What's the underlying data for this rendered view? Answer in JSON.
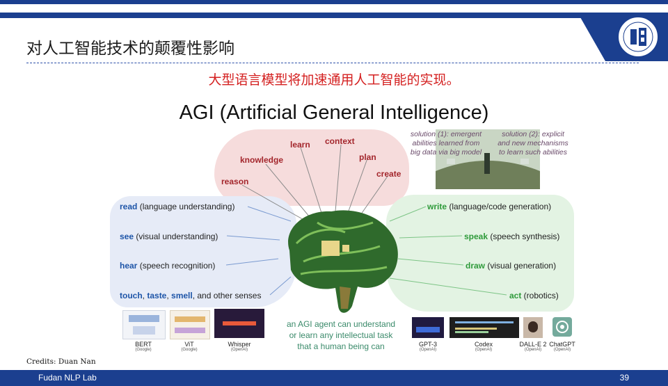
{
  "header": {
    "title": "对人工智能技术的颠覆性影响"
  },
  "slide": {
    "subtitle": "大型语言模型将加速通用人工智能的实现。",
    "heading": "AGI (Artificial General Intelligence)"
  },
  "cognition": [
    "reason",
    "knowledge",
    "learn",
    "context",
    "plan",
    "create"
  ],
  "inputs": [
    {
      "key": "read",
      "rest": " (language understanding)"
    },
    {
      "key": "see",
      "rest": " (visual understanding)"
    },
    {
      "key": "hear",
      "rest": " (speech recognition)"
    },
    {
      "keys": [
        "touch",
        "taste",
        "smell"
      ],
      "rest": ", and other senses"
    }
  ],
  "outputs": [
    {
      "key": "write",
      "rest": " (language/code generation)"
    },
    {
      "key": "speak",
      "rest": " (speech synthesis)"
    },
    {
      "key": "draw",
      "rest": " (visual generation)"
    },
    {
      "key": "act",
      "rest": " (robotics)"
    }
  ],
  "solutions": {
    "s1": [
      "solution (1): emergent",
      "abilities learned from",
      "big data via big model"
    ],
    "s2": [
      "solution (2): explicit",
      "and new mechanisms",
      "to learn such abilities"
    ]
  },
  "center_note": [
    "an AGI agent can understand",
    "or learn any intellectual task",
    "that a human being can"
  ],
  "models_left": [
    {
      "name": "BERT",
      "org": "(Google)"
    },
    {
      "name": "ViT",
      "org": "(Google)"
    },
    {
      "name": "Whisper",
      "org": "(OpenAI)"
    }
  ],
  "models_right": [
    {
      "name": "GPT-3",
      "org": "(OpenAI)"
    },
    {
      "name": "Codex",
      "org": "(OpenAI)"
    },
    {
      "name": "DALL-E 2",
      "org": "(OpenAI)"
    },
    {
      "name": "ChatGPT",
      "org": "(OpenAI)"
    }
  ],
  "footer": {
    "credits": "Credits: Duan Nan",
    "lab": "Fudan NLP Lab",
    "page": "39"
  },
  "colors": {
    "brand": "#1b3f8f",
    "accent_red": "#d42020",
    "keyword_red": "#a3262c",
    "input_blue": "#1e55a8",
    "output_green": "#2e9a3a"
  }
}
